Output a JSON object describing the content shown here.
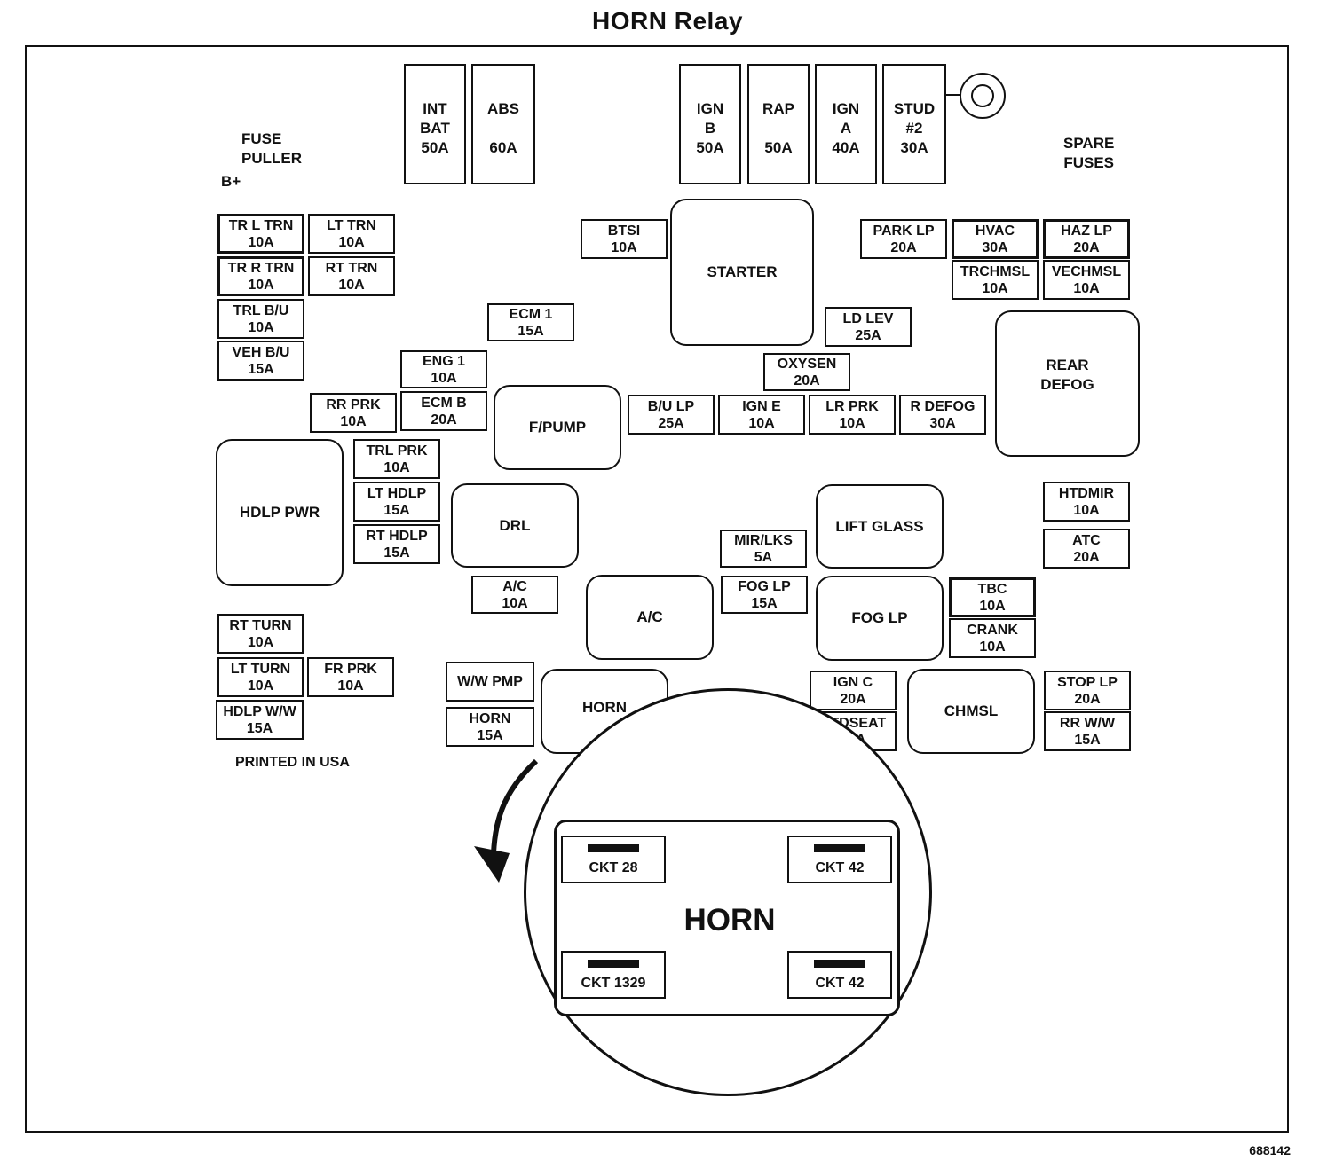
{
  "title": "HORN Relay",
  "labels": {
    "fuse_puller": "FUSE\nPULLER",
    "b_plus": "B+",
    "spare_fuses": "SPARE\nFUSES",
    "printed": "PRINTED IN USA"
  },
  "maxi": [
    {
      "name": "INT\nBAT",
      "amp": "50A"
    },
    {
      "name": "ABS",
      "amp": "60A"
    },
    {
      "name": "IGN\nB",
      "amp": "50A"
    },
    {
      "name": "RAP",
      "amp": "50A"
    },
    {
      "name": "IGN\nA",
      "amp": "40A"
    },
    {
      "name": "STUD\n#2",
      "amp": "30A"
    }
  ],
  "fuses": [
    {
      "name": "TR L TRN",
      "amp": "10A"
    },
    {
      "name": "LT TRN",
      "amp": "10A"
    },
    {
      "name": "TR R TRN",
      "amp": "10A"
    },
    {
      "name": "RT TRN",
      "amp": "10A"
    },
    {
      "name": "TRL B/U",
      "amp": "10A"
    },
    {
      "name": "VEH B/U",
      "amp": "15A"
    },
    {
      "name": "ECM 1",
      "amp": "15A"
    },
    {
      "name": "BTSI",
      "amp": "10A"
    },
    {
      "name": "PARK LP",
      "amp": "20A"
    },
    {
      "name": "HVAC",
      "amp": "30A"
    },
    {
      "name": "HAZ LP",
      "amp": "20A"
    },
    {
      "name": "TRCHMSL",
      "amp": "10A"
    },
    {
      "name": "VECHMSL",
      "amp": "10A"
    },
    {
      "name": "LD LEV",
      "amp": "25A"
    },
    {
      "name": "ENG 1",
      "amp": "10A"
    },
    {
      "name": "OXYSEN",
      "amp": "20A"
    },
    {
      "name": "RR PRK",
      "amp": "10A"
    },
    {
      "name": "ECM B",
      "amp": "20A"
    },
    {
      "name": "B/U LP",
      "amp": "25A"
    },
    {
      "name": "IGN E",
      "amp": "10A"
    },
    {
      "name": "LR PRK",
      "amp": "10A"
    },
    {
      "name": "R DEFOG",
      "amp": "30A"
    },
    {
      "name": "TRL PRK",
      "amp": "10A"
    },
    {
      "name": "LT HDLP",
      "amp": "15A"
    },
    {
      "name": "RT HDLP",
      "amp": "15A"
    },
    {
      "name": "HTDMIR",
      "amp": "10A"
    },
    {
      "name": "ATC",
      "amp": "20A"
    },
    {
      "name": "MIR/LKS",
      "amp": "5A"
    },
    {
      "name": "A/C",
      "amp": "10A"
    },
    {
      "name": "FOG LP",
      "amp": "15A"
    },
    {
      "name": "TBC",
      "amp": "10A"
    },
    {
      "name": "CRANK",
      "amp": "10A"
    },
    {
      "name": "RT TURN",
      "amp": "10A"
    },
    {
      "name": "LT TURN",
      "amp": "10A"
    },
    {
      "name": "FR PRK",
      "amp": "10A"
    },
    {
      "name": "HDLP W/W",
      "amp": "15A"
    },
    {
      "name": "W/W PMP",
      "amp": ""
    },
    {
      "name": "HORN",
      "amp": "15A"
    },
    {
      "name": "IGN C",
      "amp": "20A"
    },
    {
      "name": "HTDSEAT",
      "amp": "20A"
    },
    {
      "name": "STOP LP",
      "amp": "20A"
    },
    {
      "name": "RR W/W",
      "amp": "15A"
    }
  ],
  "relays": [
    {
      "name": "STARTER"
    },
    {
      "name": "REAR\nDEFOG"
    },
    {
      "name": "F/PUMP"
    },
    {
      "name": "HDLP PWR"
    },
    {
      "name": "DRL"
    },
    {
      "name": "LIFT GLASS"
    },
    {
      "name": "A/C"
    },
    {
      "name": "FOG LP"
    },
    {
      "name": "HORN"
    },
    {
      "name": "CHMSL"
    }
  ],
  "detail": {
    "title": "HORN",
    "terminals": [
      "CKT 28",
      "CKT 42",
      "CKT 1329",
      "CKT 42"
    ]
  },
  "figure_number": "688142"
}
